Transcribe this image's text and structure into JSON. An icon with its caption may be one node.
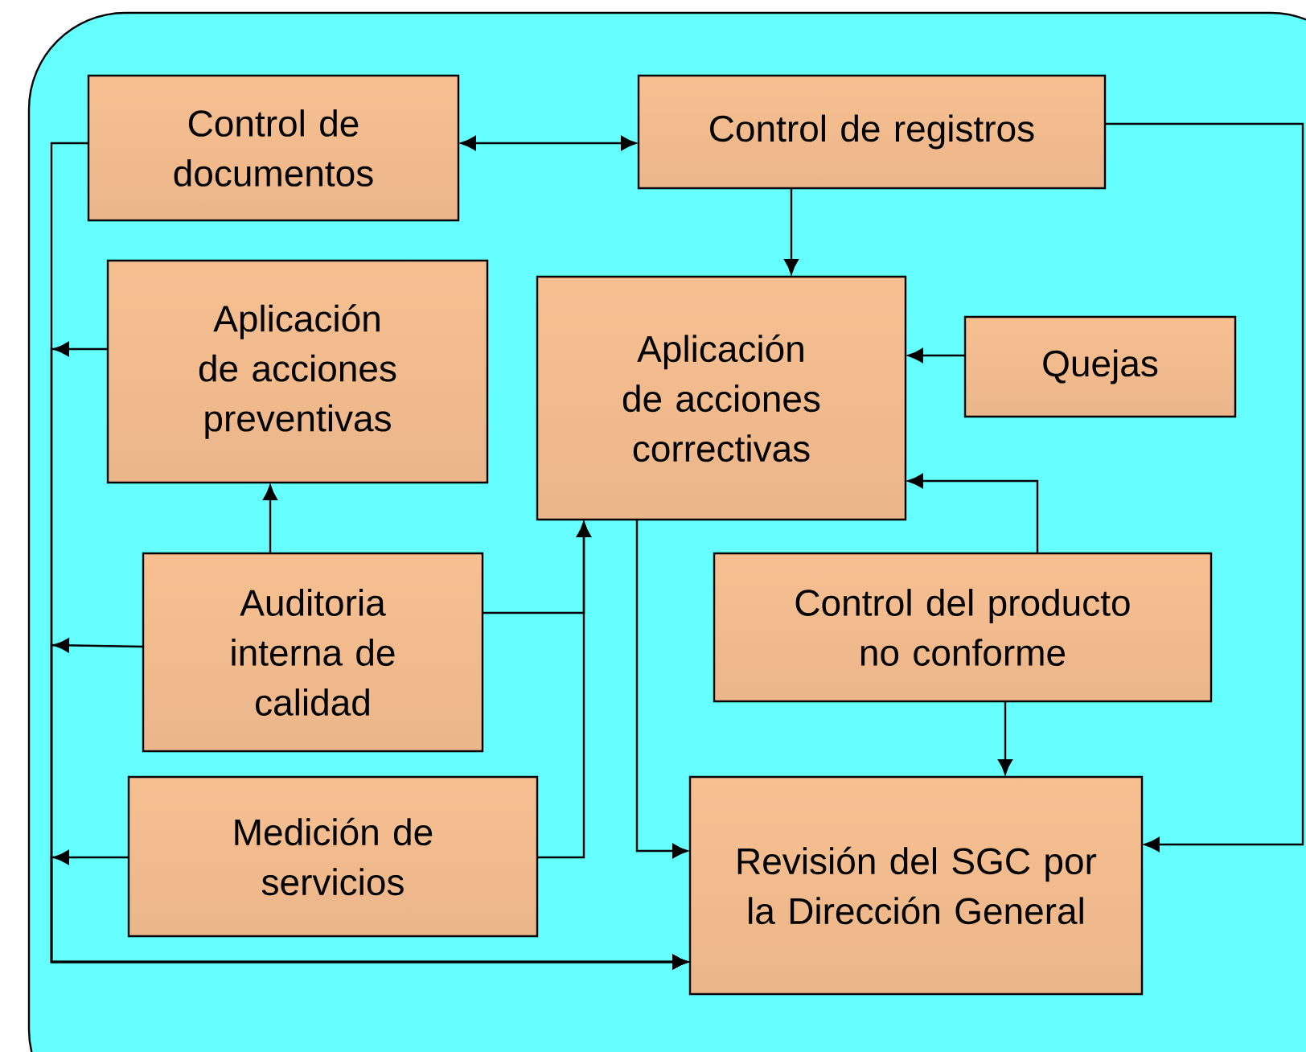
{
  "diagram": {
    "nodes": [
      {
        "text": [],
        "shape": "box"
      },
      {
        "text": [
          "Control de documentos"
        ],
        "in": 0
      },
      {
        "text": [
          "Control de registros"
        ],
        "in": 0
      },
      {
        "text": [
          "Aplicación de acciones preventivas"
        ],
        "in": 0
      },
      {
        "text": [
          "Aplicación de acciones correctivas"
        ],
        "in": 0
      },
      {
        "text": [
          "Quejas"
        ],
        "in": 0
      },
      {
        "text": [
          "Auditoria interna de calidad"
        ],
        "in": 0
      },
      {
        "text": [
          "Control del producto no conforme"
        ],
        "in": 0
      },
      {
        "text": [
          "Medición de servicios"
        ],
        "in": 0
      },
      {
        "text": [
          "Revisión del SGC por la Dirección General"
        ],
        "in": 0
      }
    ],
    "edges": [
      {
        "from": 1,
        "to": 2,
        "arrow": "both"
      },
      {
        "from": 2,
        "to": 4,
        "arrow": "to"
      },
      {
        "from": 5,
        "to": 4,
        "arrow": "to"
      },
      {
        "from": 6,
        "to": 3,
        "arrow": "to"
      },
      {
        "from": 6,
        "to": 4,
        "arrow": "to"
      },
      {
        "from": 8,
        "to": 4,
        "arrow": "to"
      },
      {
        "from": 7,
        "to": 4,
        "arrow": "to"
      },
      {
        "from": 7,
        "to": 9,
        "arrow": "to"
      },
      {
        "from": 4,
        "to": 9,
        "arrow": "to"
      },
      {
        "from": 2,
        "to": 9,
        "arrow": "to"
      },
      {
        "from": 1,
        "to": 9,
        "arrow": "to"
      },
      {
        "from": 3,
        "to": 9,
        "arrow": "to"
      },
      {
        "from": 6,
        "to": 9,
        "arrow": "to"
      },
      {
        "from": 8,
        "to": 9,
        "arrow": "to"
      }
    ]
  }
}
